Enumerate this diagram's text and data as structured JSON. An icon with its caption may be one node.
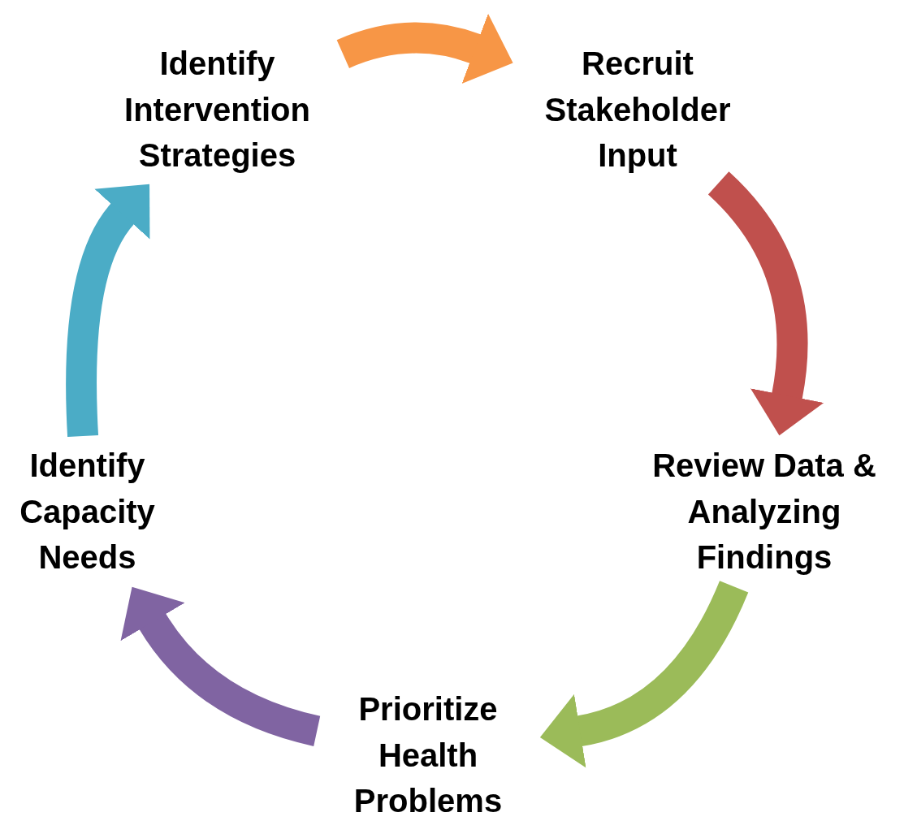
{
  "diagram": {
    "nodes": [
      {
        "text": [
          "Identify Intervention Strategies"
        ]
      },
      {
        "text": [
          "Recruit Stakeholder Input"
        ]
      },
      {
        "text": [
          "Review Data & Analyzing Findings"
        ]
      },
      {
        "text": [
          "Prioritize Health Problems"
        ]
      },
      {
        "text": [
          "Identify Capacity Needs"
        ]
      }
    ],
    "edges": [
      {
        "from": 0,
        "to": 1,
        "arrow": "to",
        "color": "#f79646"
      },
      {
        "from": 1,
        "to": 2,
        "arrow": "to",
        "color": "#c0504d"
      },
      {
        "from": 2,
        "to": 3,
        "arrow": "to",
        "color": "#9bbb59"
      },
      {
        "from": 3,
        "to": 4,
        "arrow": "to",
        "color": "#8064a2"
      },
      {
        "from": 4,
        "to": 0,
        "arrow": "to",
        "color": "#4bacc6"
      }
    ]
  }
}
